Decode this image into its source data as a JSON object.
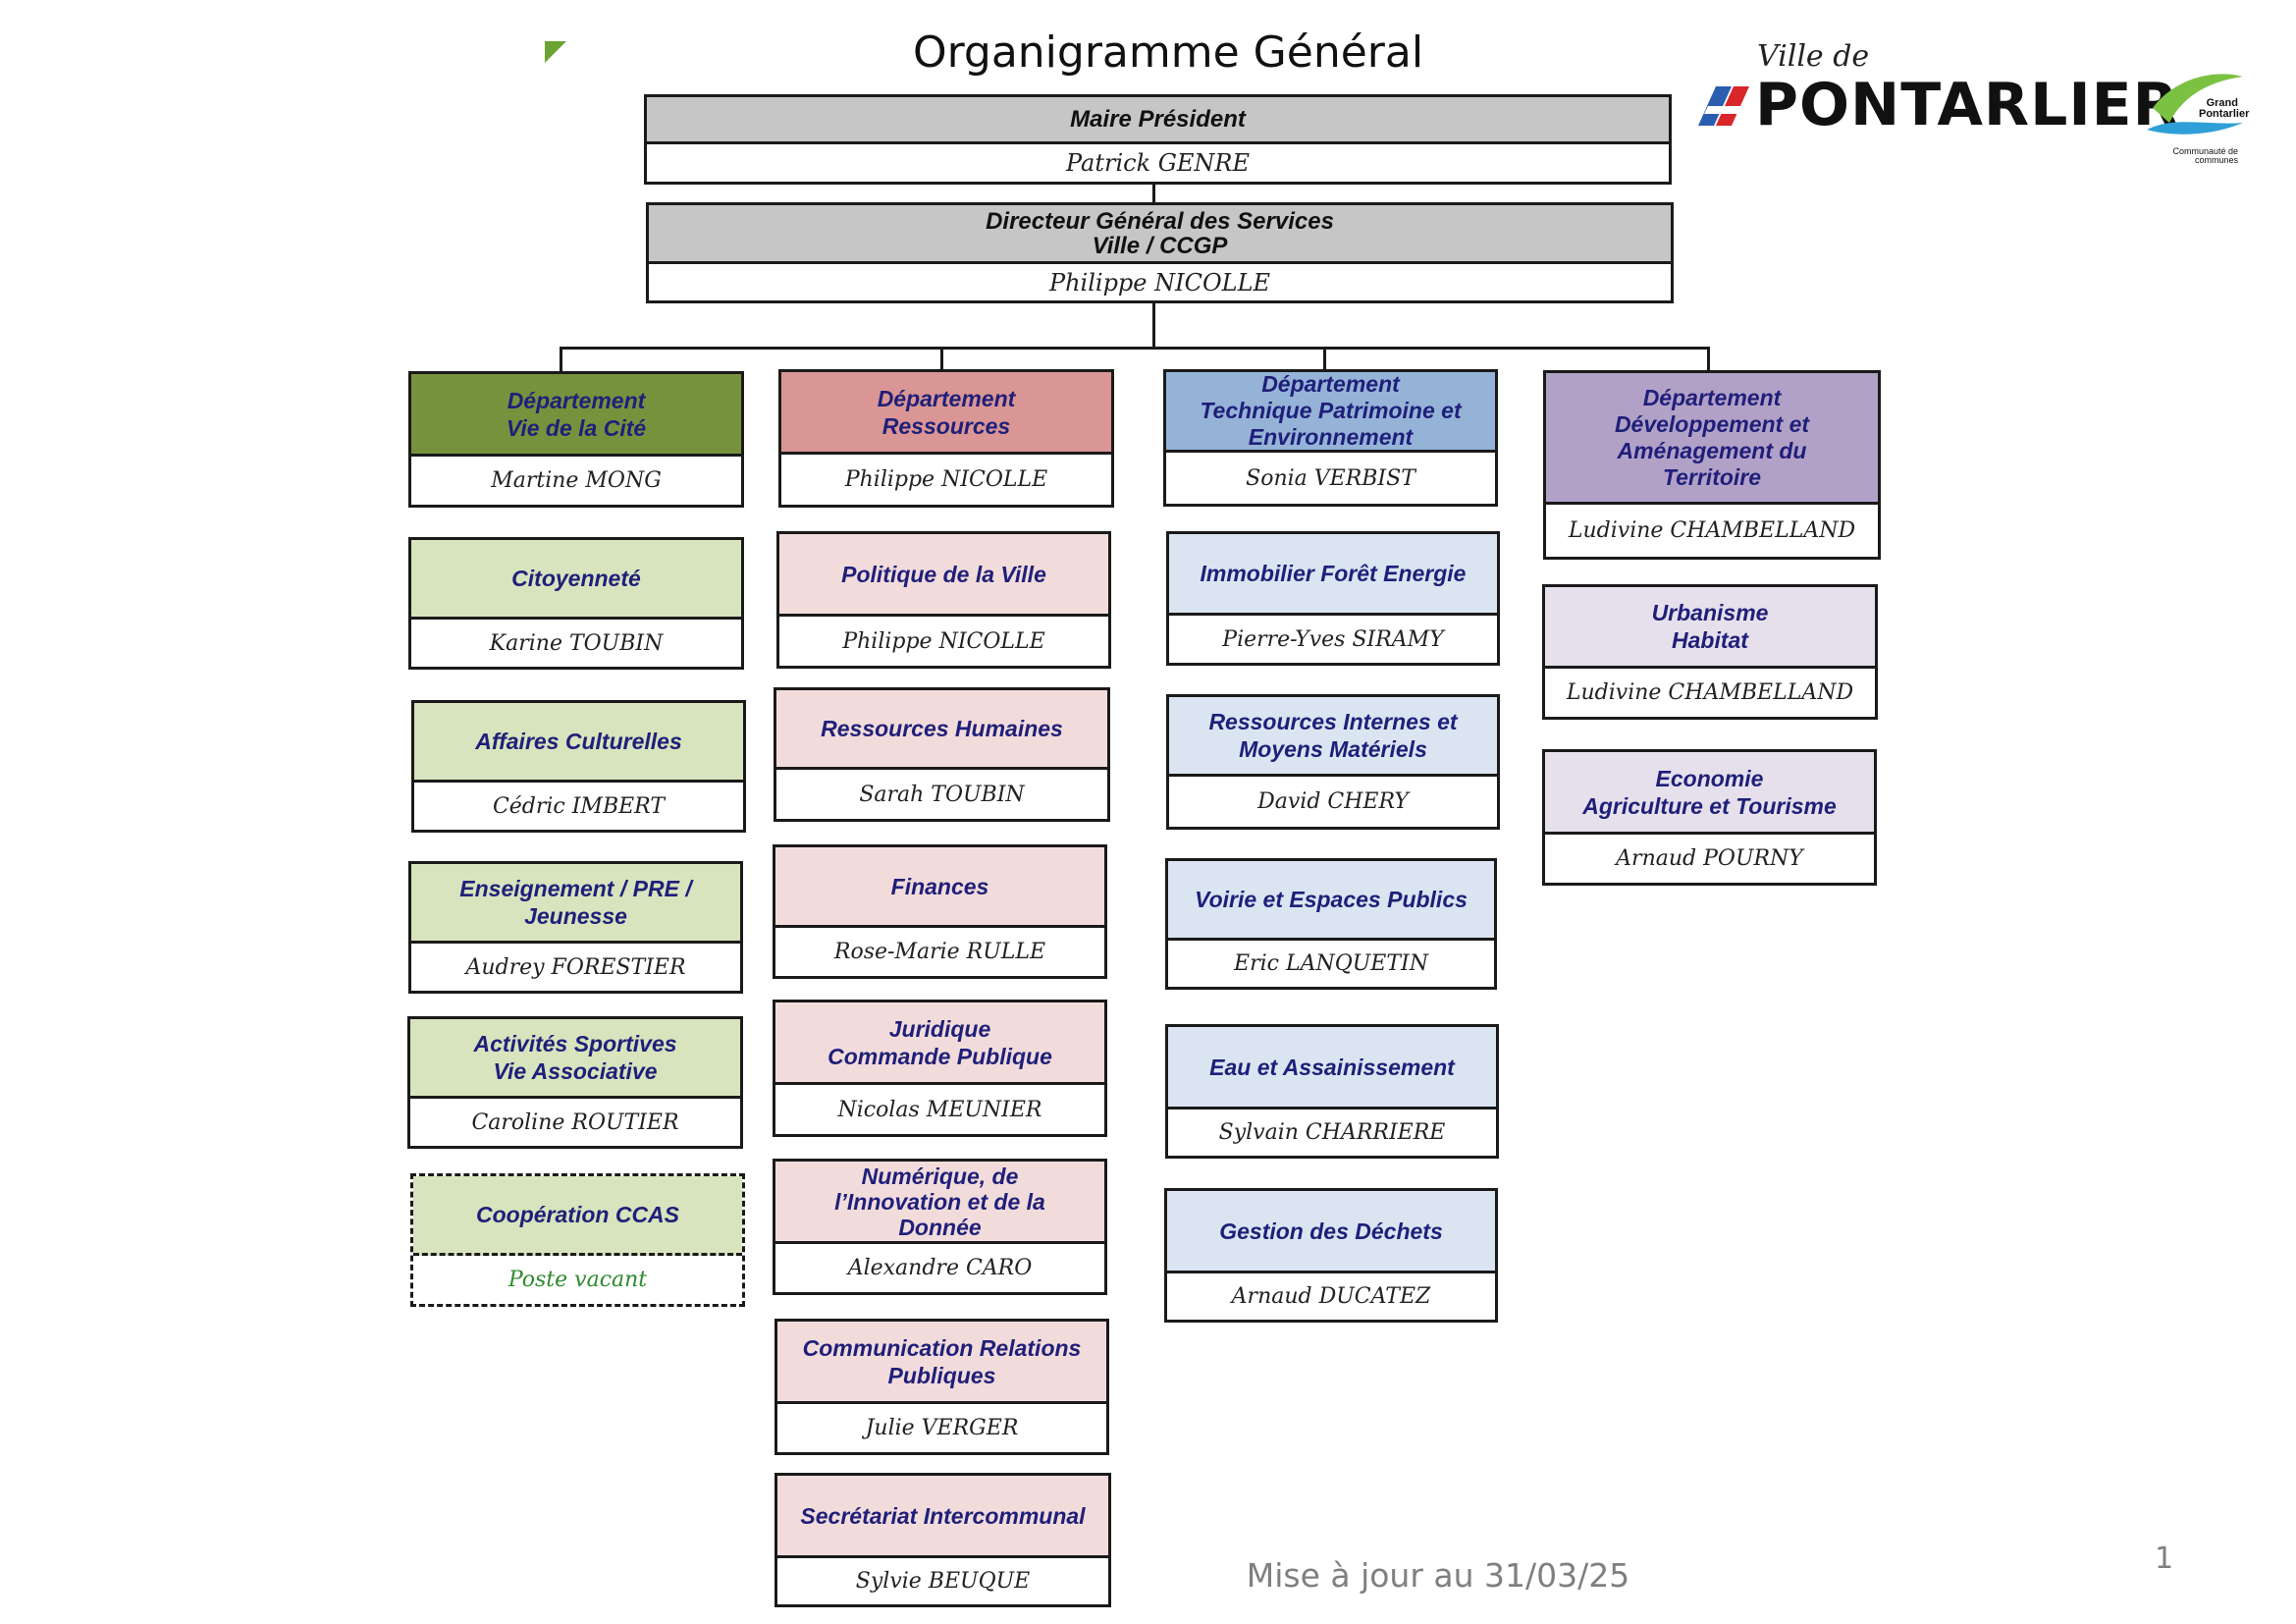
{
  "title": "Organigramme Général",
  "logo": {
    "ville": "Ville de",
    "main": "PONTARLIER",
    "gp_name": "Grand Pontarlier",
    "gp_sub": "Communauté de communes"
  },
  "top": [
    {
      "title": "Maire Président",
      "name": "Patrick GENRE"
    },
    {
      "title": "Directeur Général des Services\nVille  / CCGP",
      "name": "Philippe NICOLLE"
    }
  ],
  "columns": [
    {
      "dept": {
        "title": "Département\nVie de la Cité",
        "name": "Martine MONG",
        "color": "#76923c"
      },
      "services": [
        {
          "title": "Citoyenneté",
          "name": "Karine TOUBIN"
        },
        {
          "title": "Affaires Culturelles",
          "name": "Cédric IMBERT"
        },
        {
          "title": "Enseignement / PRE /\nJeunesse",
          "name": "Audrey FORESTIER"
        },
        {
          "title": "Activités Sportives\nVie Associative",
          "name": "Caroline ROUTIER"
        },
        {
          "title": "Coopération CCAS",
          "name": "Poste vacant",
          "vacant": true
        }
      ]
    },
    {
      "dept": {
        "title": "Département\nRessources",
        "name": "Philippe NICOLLE",
        "color": "#da9694"
      },
      "services": [
        {
          "title": "Politique de la Ville",
          "name": "Philippe NICOLLE"
        },
        {
          "title": "Ressources Humaines",
          "name": "Sarah TOUBIN"
        },
        {
          "title": "Finances",
          "name": "Rose-Marie RULLE"
        },
        {
          "title": "Juridique\nCommande Publique",
          "name": "Nicolas MEUNIER"
        },
        {
          "title": "Numérique, de\nl’Innovation et de la\nDonnée",
          "name": "Alexandre CARO"
        },
        {
          "title": "Communication Relations\nPubliques",
          "name": "Julie VERGER"
        },
        {
          "title": "Secrétariat Intercommunal",
          "name": "Sylvie BEUQUE"
        }
      ]
    },
    {
      "dept": {
        "title": "Département\nTechnique Patrimoine et\nEnvironnement",
        "name": "Sonia VERBIST",
        "color": "#95b3d7"
      },
      "services": [
        {
          "title": "Immobilier Forêt Energie",
          "name": "Pierre-Yves SIRAMY"
        },
        {
          "title": "Ressources Internes et\nMoyens Matériels",
          "name": "David CHERY"
        },
        {
          "title": "Voirie et Espaces Publics",
          "name": "Eric LANQUETIN"
        },
        {
          "title": "Eau et Assainissement",
          "name": "Sylvain CHARRIERE"
        },
        {
          "title": "Gestion des Déchets",
          "name": "Arnaud DUCATEZ"
        }
      ]
    },
    {
      "dept": {
        "title": "Département\nDéveloppement et\nAménagement du\nTerritoire",
        "name": "Ludivine CHAMBELLAND",
        "color": "#b2a1c7"
      },
      "services": [
        {
          "title": "Urbanisme\nHabitat",
          "name": "Ludivine CHAMBELLAND"
        },
        {
          "title": "Economie\nAgriculture et Tourisme",
          "name": "Arnaud POURNY"
        }
      ]
    }
  ],
  "footer": "Mise à jour au 31/03/25",
  "page_number": "1",
  "colors": {
    "vacant_text": "#2e8b2e",
    "header_text": "#1f1f7a",
    "top_header_bg": "#c6c6c6"
  }
}
